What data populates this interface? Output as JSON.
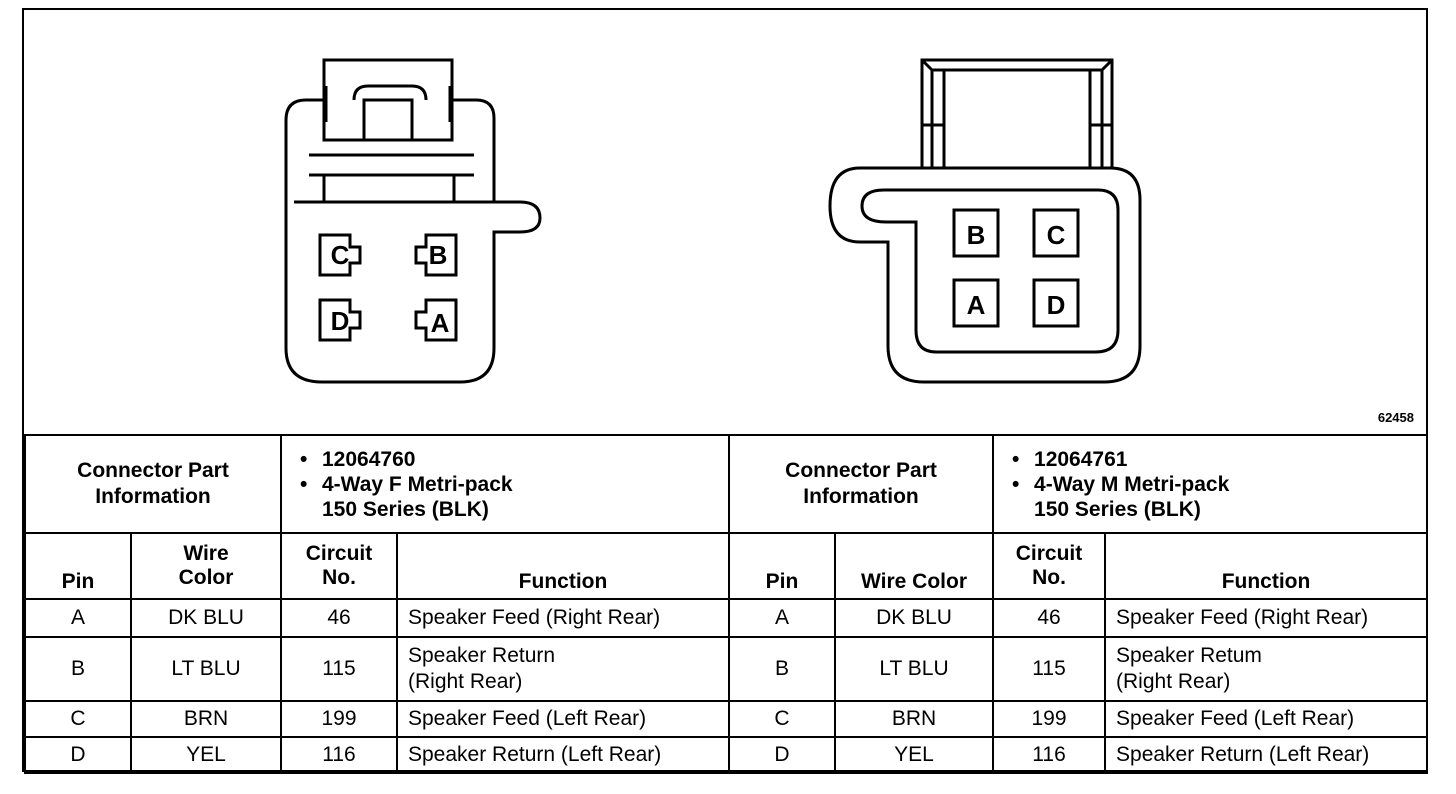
{
  "figure_id": "62458",
  "connectors": [
    {
      "part_label_line1": "Connector Part",
      "part_label_line2": "Information",
      "part_number": "12064760",
      "part_desc_line1": "4-Way F Metri-pack",
      "part_desc_line2": "150 Series (BLK)",
      "pin_labels": {
        "c": "C",
        "b": "B",
        "d": "D",
        "a": "A"
      }
    },
    {
      "part_label_line1": "Connector Part",
      "part_label_line2": "Information",
      "part_number": "12064761",
      "part_desc_line1": "4-Way M Metri-pack",
      "part_desc_line2": "150 Series (BLK)",
      "pin_labels": {
        "b": "B",
        "c": "C",
        "a": "A",
        "d": "D"
      }
    }
  ],
  "headers": {
    "left": {
      "pin": "Pin",
      "wire1": "Wire",
      "wire2": "Color",
      "circuit1": "Circuit",
      "circuit2": "No.",
      "function": "Function"
    },
    "right": {
      "pin": "Pin",
      "wire": "Wire Color",
      "circuit1": "Circuit",
      "circuit2": "No.",
      "function": "Function"
    }
  },
  "rows": [
    {
      "pin": "A",
      "color": "DK BLU",
      "circuit": "46",
      "func1": "Speaker Feed (Right Rear)",
      "func2": ""
    },
    {
      "pin": "B",
      "color": "LT BLU",
      "circuit": "115",
      "func1": "Speaker Return",
      "func2": "(Right Rear)"
    },
    {
      "pin": "C",
      "color": "BRN",
      "circuit": "199",
      "func1": "Speaker Feed (Left Rear)",
      "func2": ""
    },
    {
      "pin": "D",
      "color": "YEL",
      "circuit": "116",
      "func1": "Speaker Return (Left Rear)",
      "func2": ""
    }
  ],
  "rows_right": [
    {
      "pin": "A",
      "color": "DK BLU",
      "circuit": "46",
      "func1": "Speaker Feed (Right Rear)",
      "func2": ""
    },
    {
      "pin": "B",
      "color": "LT BLU",
      "circuit": "115",
      "func1": "Speaker Retum",
      "func2": "(Right Rear)"
    },
    {
      "pin": "C",
      "color": "BRN",
      "circuit": "199",
      "func1": "Speaker Feed (Left Rear)",
      "func2": ""
    },
    {
      "pin": "D",
      "color": "YEL",
      "circuit": "116",
      "func1": "Speaker Return (Left Rear)",
      "func2": ""
    }
  ]
}
